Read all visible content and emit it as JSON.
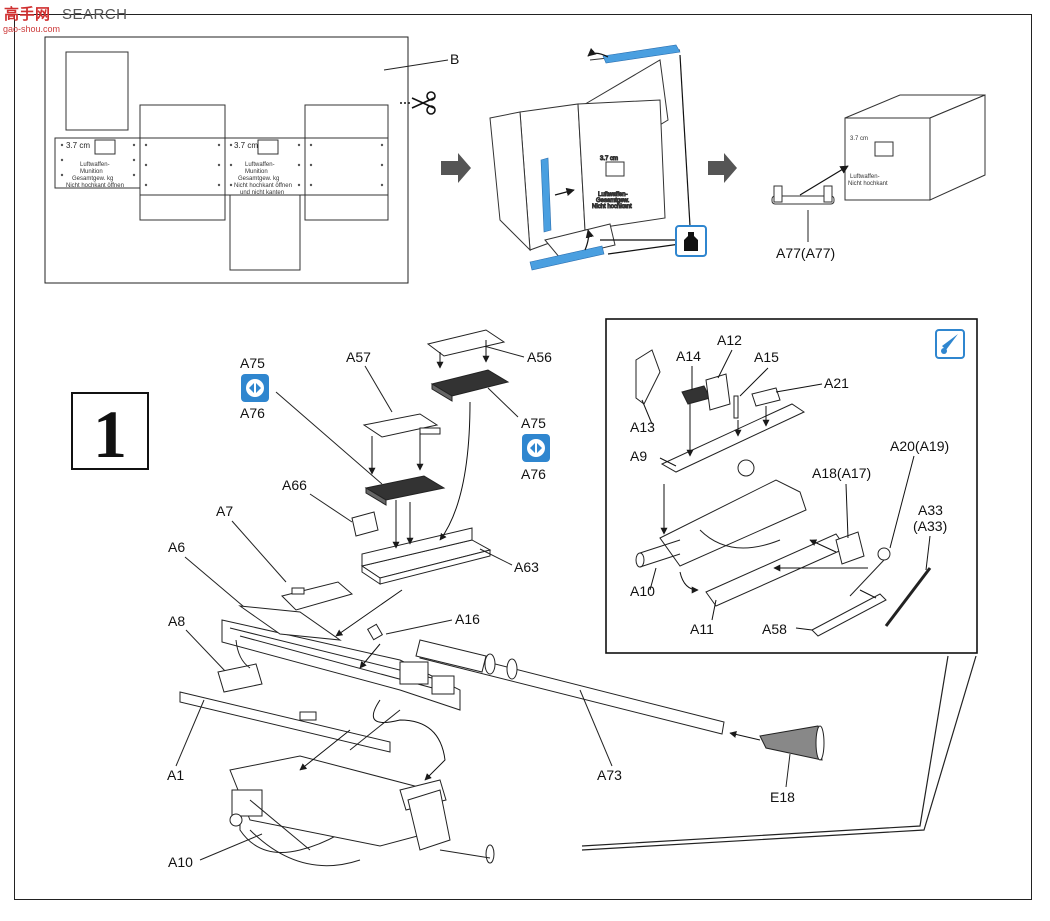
{
  "watermark": {
    "brand": "高手网",
    "search": "SEARCH",
    "site": "gao-shou.com"
  },
  "step_number": "1",
  "crate": {
    "cutout_label": "B",
    "caliber": "3.7 cm",
    "text_line1": "Luftwaffen-",
    "text_line2": "Munition",
    "text_line3": "Gesamtgew.        kg",
    "text_line4": "Nicht hochkant öffnen",
    "text_line5": "und nicht kanten"
  },
  "labels": {
    "a77": "A77(A77)",
    "a75_left": "A75",
    "a76_left": "A76",
    "a57": "A57",
    "a56": "A56",
    "a75_right": "A75",
    "a76_right": "A76",
    "a66": "A66",
    "a7": "A7",
    "a63": "A63",
    "a6": "A6",
    "a8": "A8",
    "a16": "A16",
    "a1": "A1",
    "a73": "A73",
    "e18": "E18",
    "a10_main": "A10",
    "a14": "A14",
    "a12": "A12",
    "a15": "A15",
    "a21": "A21",
    "a13": "A13",
    "a9": "A9",
    "a18": "A18(A17)",
    "a20": "A20(A19)",
    "a33": "A33",
    "a33b": "(A33)",
    "a10_inset": "A10",
    "a11": "A11",
    "a58": "A58"
  },
  "colors": {
    "accent_blue": "#2f86cf",
    "tape_blue": "#4a9fe0",
    "line": "#1a1a1a",
    "arrow_gray": "#555555"
  }
}
